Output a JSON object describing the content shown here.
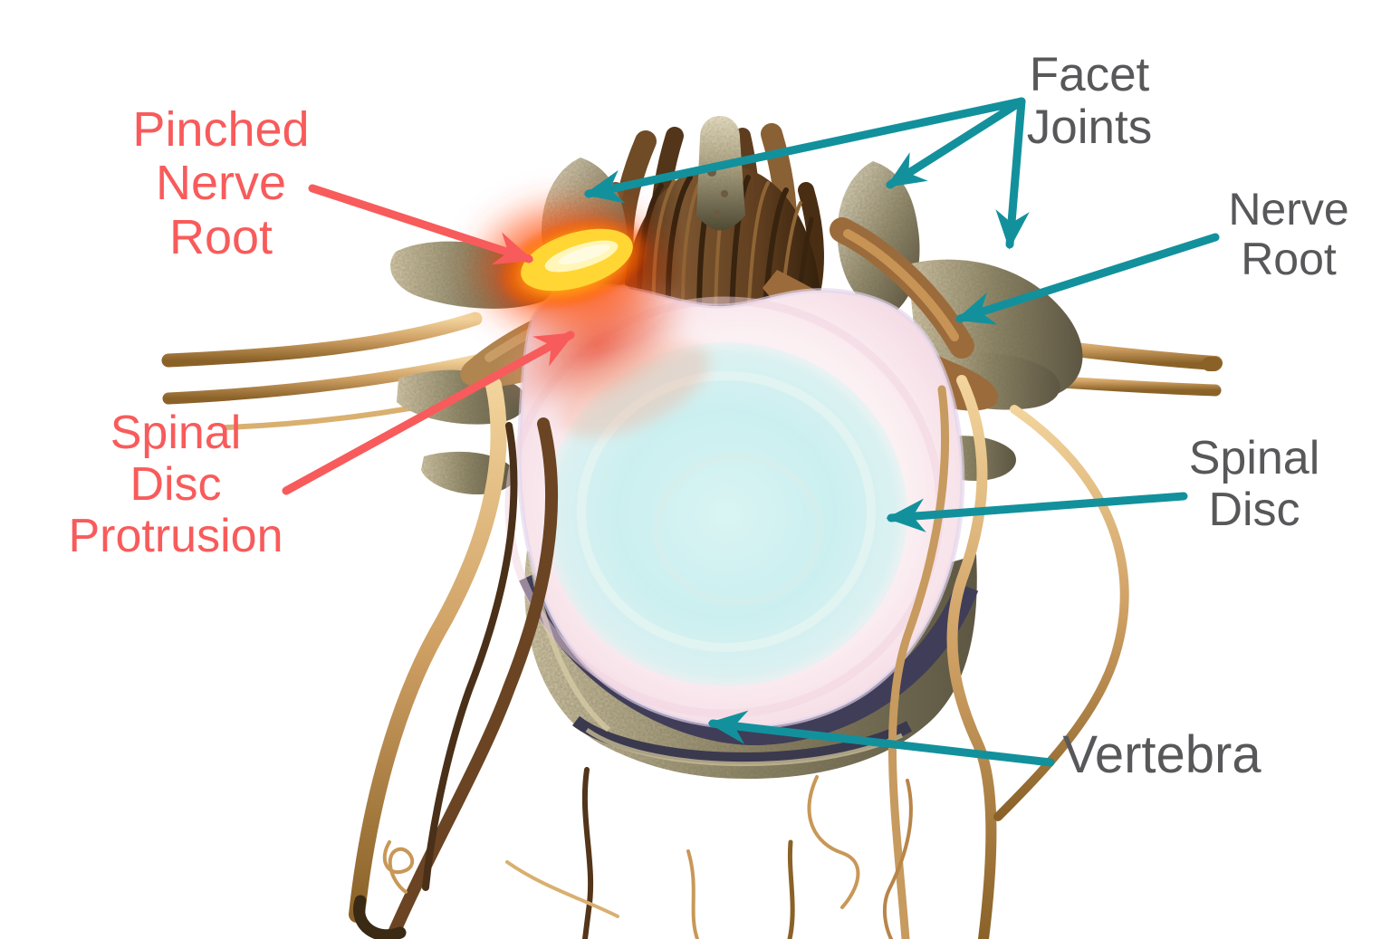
{
  "figure": {
    "type": "annotated-medical-illustration",
    "subject": "Top view of a lumbar vertebra with a spinal disc protrusion pinching a nerve root",
    "background": "#ffffff"
  },
  "colors": {
    "abnormal_label": "#F85B5B",
    "normal_label": "#58585A",
    "pointer_teal": "#12919C",
    "pointer_red": "#F85B5B",
    "bone_light": "#E6DCC0",
    "bone_mid": "#9A9172",
    "bone_dark": "#55503A",
    "nerve_tan": "#CE9F63",
    "nerve_brown": "#8A5F2E",
    "cord_brown": "#5E3D1E",
    "disc_ring_pink": "#F9E9EE",
    "disc_nucleus_blue": "#C9EEF0",
    "vertebra_band_navy": "#3E3B52",
    "glow_core": "#FFF6B8",
    "glow_yellow": "#FFD633",
    "glow_orange": "#FF8C1A",
    "glow_red": "#FF3C00"
  },
  "labels": {
    "pinched_nerve_root": {
      "lines": [
        "Pinched",
        "Nerve",
        "Root"
      ],
      "status": "abnormal"
    },
    "facet_joints": {
      "lines": [
        "Facet",
        "Joints"
      ],
      "status": "normal",
      "pointer_count": 3
    },
    "nerve_root": {
      "lines": [
        "Nerve",
        "Root"
      ],
      "status": "normal"
    },
    "spinal_disc_protrusion": {
      "lines": [
        "Spinal",
        "Disc",
        "Protrusion"
      ],
      "status": "abnormal"
    },
    "spinal_disc": {
      "lines": [
        "Spinal",
        "Disc"
      ],
      "status": "normal"
    },
    "vertebra": {
      "lines": [
        "Vertebra"
      ],
      "status": "normal"
    }
  }
}
